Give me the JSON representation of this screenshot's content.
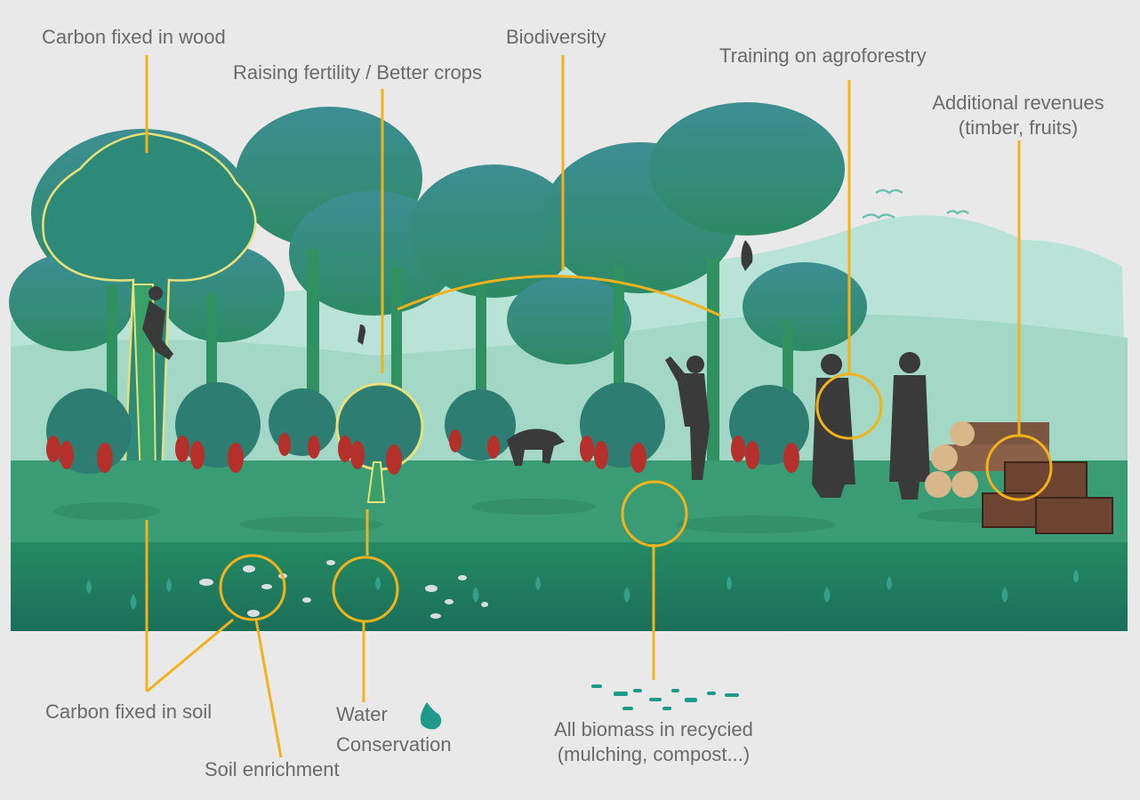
{
  "labels": {
    "carbon_wood": "Carbon fixed in wood",
    "fertility": "Raising fertility / Better crops",
    "biodiversity": "Biodiversity",
    "training": "Training on agroforestry",
    "revenues_line1": "Additional revenues",
    "revenues_line2": "(timber, fruits)",
    "carbon_soil": "Carbon fixed in soil",
    "soil_enrichment": "Soil enrichment",
    "water_line1": "Water",
    "water_line2": "Conservation",
    "biomass_line1": "All biomass in recycied",
    "biomass_line2": "(mulching, compost...)"
  },
  "icons": {
    "water": "water-drop-icon",
    "monkey": "monkey-icon",
    "person": "farmer-icon",
    "boar": "boar-icon",
    "bird": "bird-icon"
  },
  "colors": {
    "background": "#e9e9e9",
    "callout": "#f2b21b",
    "highlight": "#e8e07a",
    "tree_dark": "#2e7d6b",
    "tree_light": "#4aa88a",
    "ground": "#3a9c74",
    "soil": "#1f7a5d",
    "cocoa_pod": "#b5302a",
    "label_text": "#6a6a6a"
  }
}
